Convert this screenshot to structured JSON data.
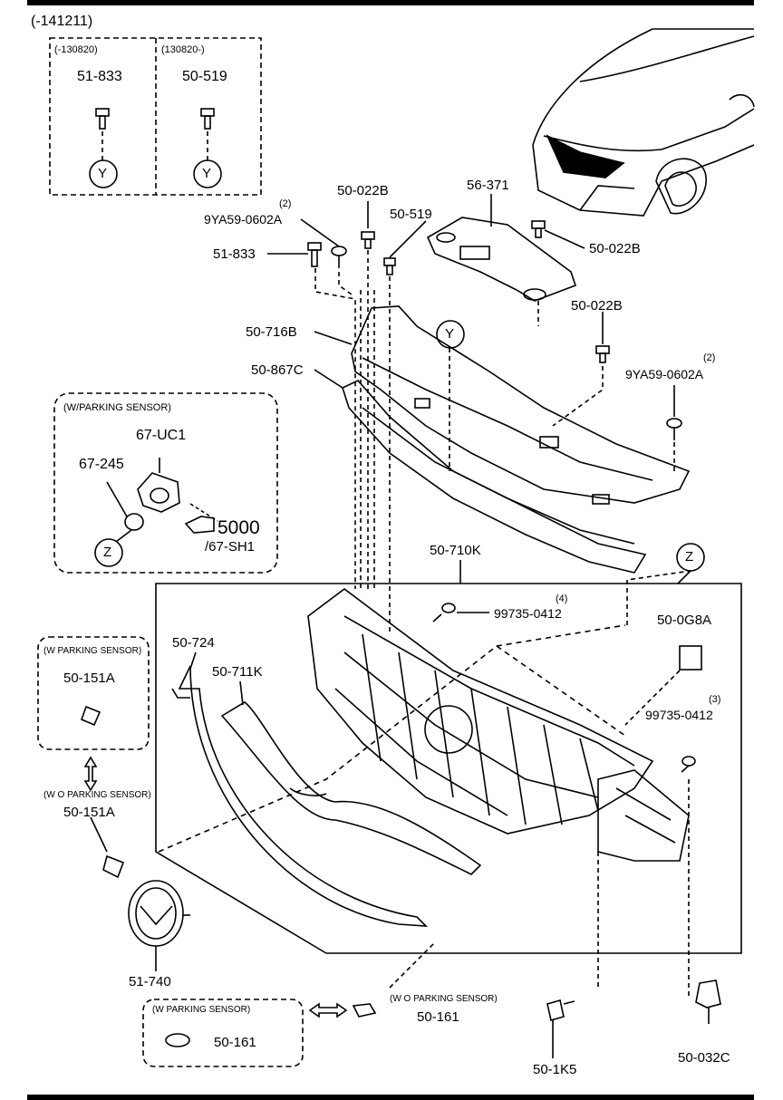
{
  "diagram_ref": "(-141211)",
  "date_left": "(-130820)",
  "date_right": "(130820-)",
  "w_parking_sensor": "(W/PARKING SENSOR)",
  "w_parking_sensor_short": "(W PARKING SENSOR)",
  "wo_parking_sensor": "(W O PARKING SENSOR)",
  "callouts": {
    "y": "Y",
    "z": "Z"
  },
  "parts": {
    "p51_833": "51-833",
    "p50_519": "50-519",
    "p50_022b": "50-022B",
    "p56_371": "56-371",
    "p9ya59": "9YA59-0602A",
    "qty2": "(2)",
    "qty3": "(3)",
    "qty4": "(4)",
    "p50_716b": "50-716B",
    "p50_867c": "50-867C",
    "p67_uc1": "67-UC1",
    "p67_245": "67-245",
    "ref5000": "5000",
    "ref67sh1": "/67-SH1",
    "p50_710k": "50-710K",
    "p99735": "99735-0412",
    "p50_0g8a": "50-0G8A",
    "p50_724": "50-724",
    "p50_711k": "50-711K",
    "p50_151a": "50-151A",
    "p51_740": "51-740",
    "p50_161": "50-161",
    "p50_1k5": "50-1K5",
    "p50_032c": "50-032C"
  }
}
